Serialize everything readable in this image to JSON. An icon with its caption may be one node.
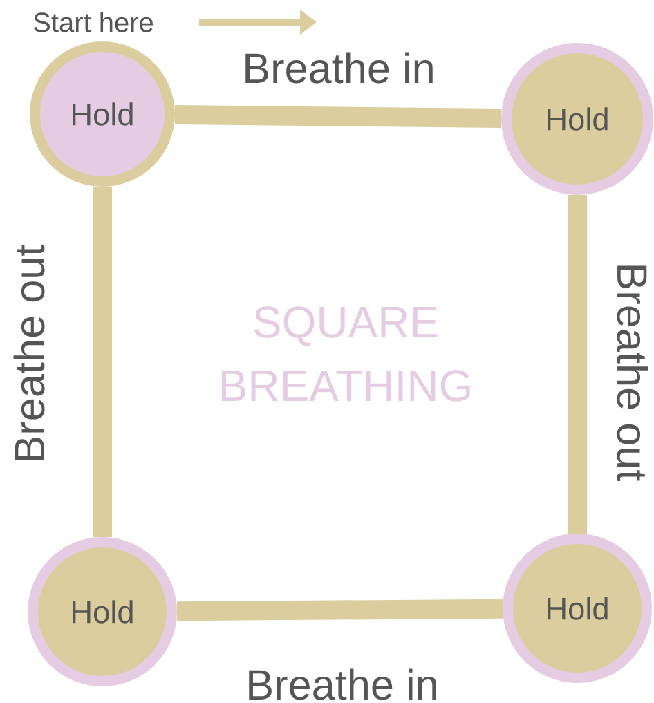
{
  "diagram": {
    "title": "SQUARE BREATHING",
    "nodes": [
      {
        "text": [
          "Hold"
        ]
      },
      {
        "text": [
          "Hold"
        ]
      },
      {
        "text": [
          "Hold"
        ]
      },
      {
        "text": [
          "Hold"
        ]
      }
    ],
    "edges": [
      {
        "from": 0,
        "to": 1,
        "arrow": "none",
        "label": "Breathe in"
      },
      {
        "from": 1,
        "to": 3,
        "arrow": "none",
        "label": "Breathe out"
      },
      {
        "from": 3,
        "to": 2,
        "arrow": "none",
        "label": "Breathe in"
      },
      {
        "from": 2,
        "to": 0,
        "arrow": "none",
        "label": "Breathe out"
      }
    ],
    "labels": [
      "Start here"
    ]
  }
}
